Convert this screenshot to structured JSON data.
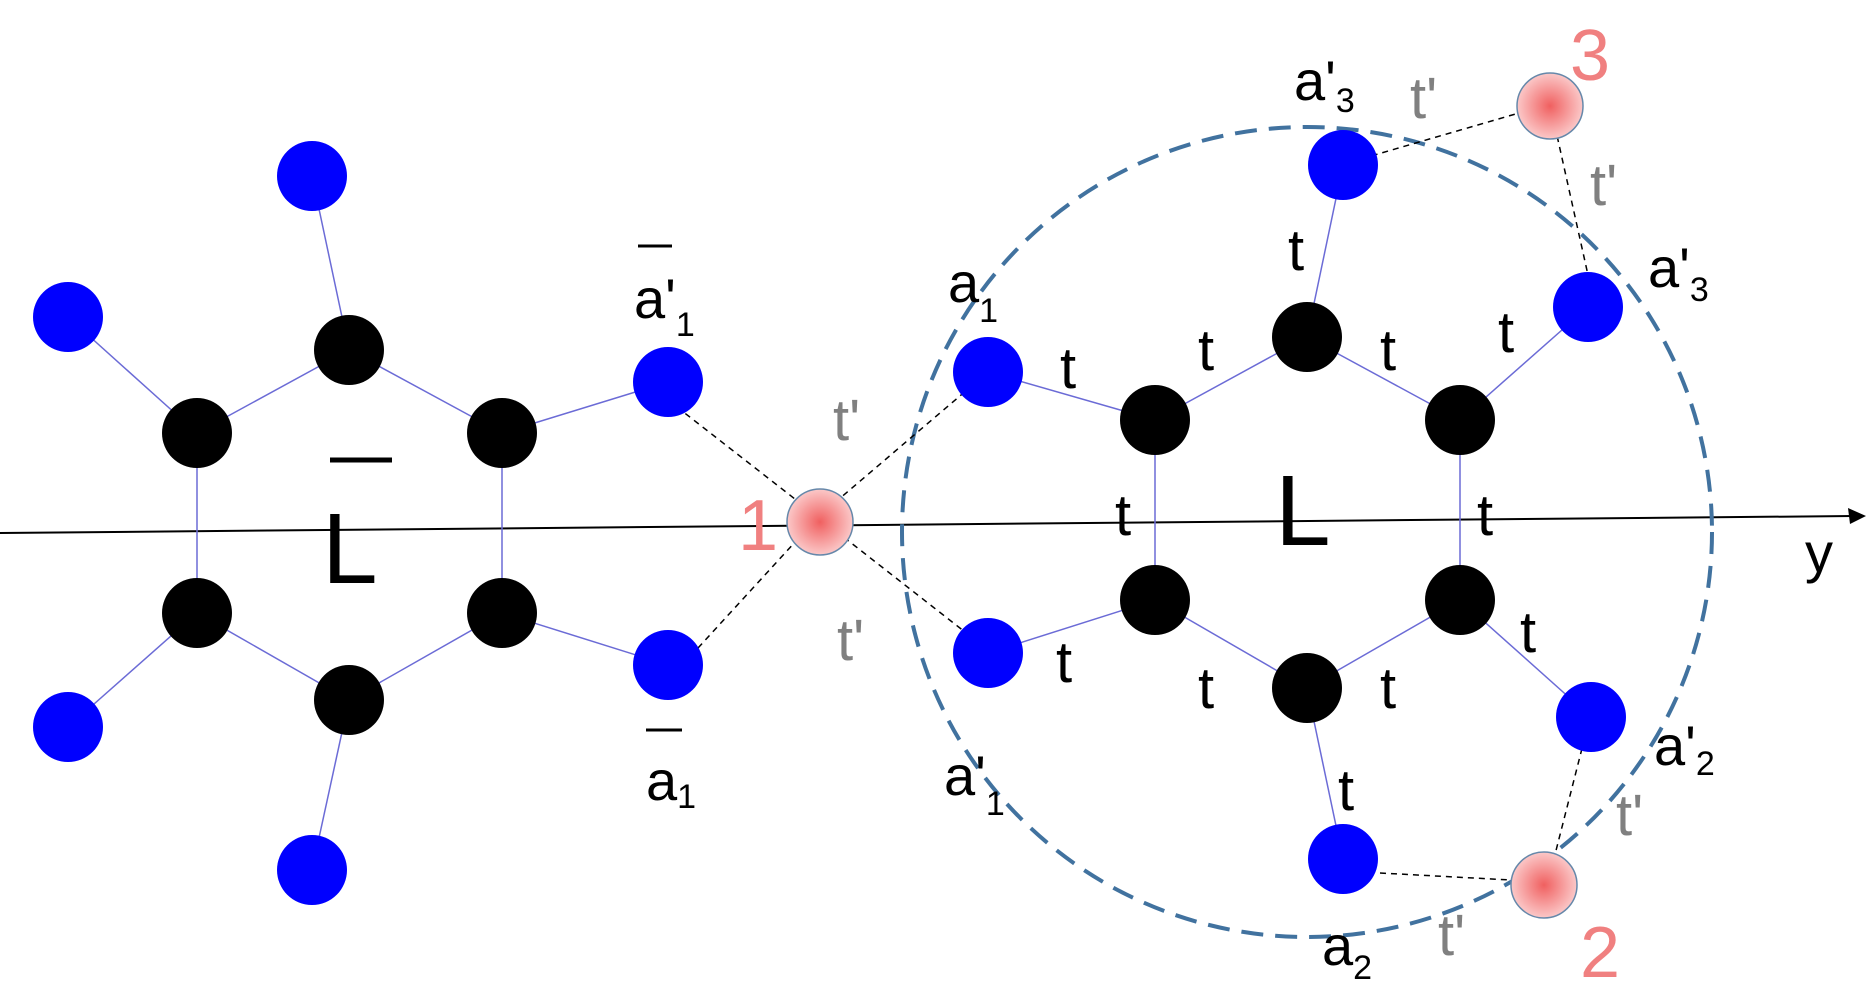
{
  "diagram": {
    "axis_label": "y",
    "left_molecule_label": "L",
    "right_molecule_label": "L",
    "site_labels": {
      "site1": "1",
      "site2": "2",
      "site3": "3"
    },
    "bar_a_prime_1": {
      "base": "a'",
      "sub": "1"
    },
    "bar_a_1": {
      "base": "a",
      "sub": "1"
    },
    "a1": {
      "base": "a",
      "sub": "1"
    },
    "a_prime_1": {
      "base": "a'",
      "sub": "1"
    },
    "a2": {
      "base": "a",
      "sub": "2"
    },
    "a_prime_2": {
      "base": "a'",
      "sub": "2"
    },
    "a_prime_3_top": {
      "base": "a'",
      "sub": "3"
    },
    "a_prime_3_right": {
      "base": "a'",
      "sub": "3"
    },
    "hopping_t": "t",
    "hopping_t_prime": "t'",
    "colors": {
      "carbon": "#000000",
      "ligand_site": "#0000ff",
      "impurity_site": "#f4a3a3",
      "dashed_circle": "#41729f",
      "bond": "#6b6bd6",
      "site_number": "#f08080",
      "t_prime_text": "#808080"
    }
  }
}
